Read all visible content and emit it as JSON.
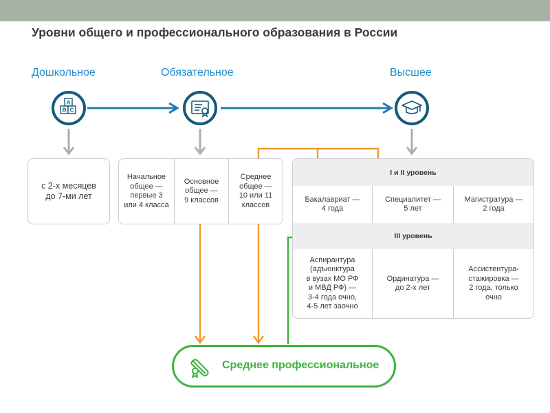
{
  "title": "Уровни общего и профессионального образования в России",
  "levels": {
    "preschool": "Дошкольное",
    "mandatory": "Обязательное",
    "higher": "Высшее"
  },
  "preschool_box": "с 2-х месяцев\nдо 7-ми лет",
  "general_cells": [
    "Начальное\nобщее —\nпервые 3\nили 4 класса",
    "Основное\nобщее —\n9 классов",
    "Среднее\nобщее —\n10 или 11\nклассов"
  ],
  "higher": {
    "level_1_2": "I и II уровень",
    "row1": [
      "Бакалавриат —\n4 года",
      "Специалитет —\n5 лет",
      "Магистратура —\n2 года"
    ],
    "level_3": "III уровень",
    "row2": [
      "Аспирантура\n(адъюнктура\nв  вузах МО РФ\nи  МВД РФ) —\n3-4 года очно,\n4-5 лет заочно",
      "Ординатура —\nдо 2-х лет",
      "Ассистентура-\nстажировка —\n2 года, только\nочно"
    ]
  },
  "vocational": "Среднее профессиональное",
  "icons": {
    "preschool": "abc-blocks-icon",
    "mandatory": "certificate-icon",
    "higher": "graduation-cap-icon",
    "vocational": "diploma-scroll-icon"
  },
  "colors": {
    "navy": "#135a7a",
    "blue": "#1f8ccf",
    "orange": "#f39a2e",
    "green": "#3db33d",
    "gray": "#a7aeb5"
  }
}
